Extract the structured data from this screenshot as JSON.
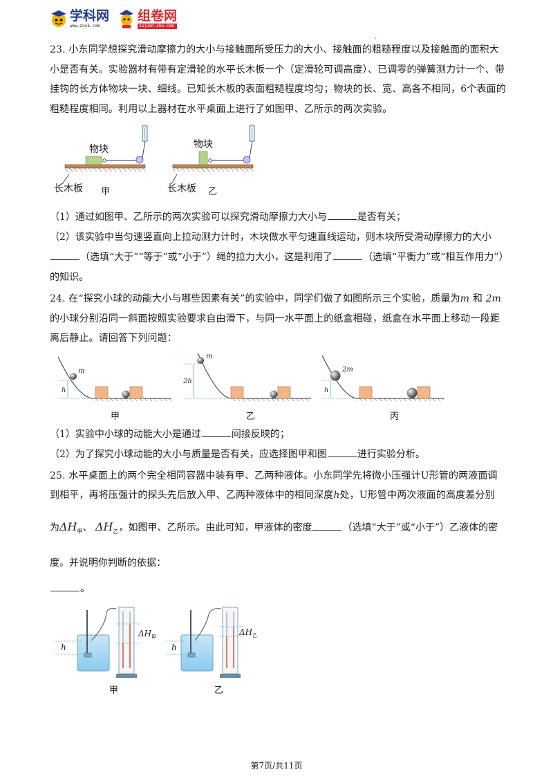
{
  "header": {
    "logo1_title": "学科网",
    "logo1_sub": "www.zxxk.com",
    "logo2_title": "组卷网",
    "logo2_sub": "zujuan.xkw.com",
    "dot": "."
  },
  "q23": {
    "text": "23. 小东同学想探究滑动摩擦力的大小与接触面所受压力的大小、接触面的粗糙程度以及接触面的面积大小是否有关。实验器材有带有定滑轮的水平长木板一个（定滑轮可调高度）、已调零的弹簧测力计一个、带挂钩的长方体物块一块、细线。已知长木板的表面粗糙程度均匀；物块的长、宽、高各不相同，6个表面的粗糙程度相同。利用以上器材在水平桌面上进行了如图甲、乙所示的两次实验。",
    "fig": {
      "block_label_1": "物块",
      "board_label_1": "长木板",
      "caption_1": "甲",
      "block_label_2": "物块",
      "board_label_2": "长木板",
      "caption_2": "乙"
    },
    "sub1_a": "（1）通过如图甲、乙所示的两次实验可以探究滑动摩擦力大小与",
    "sub1_b": "是否有关；",
    "sub2_a": "（2）该实验中当匀速竖直向上拉动测力计时，木块做水平匀速直线运动，则木块所受滑动摩擦力的大小",
    "sub2_b": "（选填“大于”“等于”或“小于”）绳的拉力大小，这是利用了",
    "sub2_c": "（选填“平衡力”或“相互作用力”）的知识。"
  },
  "q24": {
    "text_a": "24. 在“探究小球的动能大小与哪些因素有关”的实验中，同学们做了如图所示三个实验，质量为",
    "m": "m",
    "and": " 和 ",
    "two_m": "2m",
    "text_b": "的小球分别沿同一斜面按照实验要求自由滑下，与同一水平面上的纸盒相碰，纸盒在水平面上移动一段距离后静止。请回答下列问题：",
    "fig": {
      "mass_1": "m",
      "height_1": "h",
      "caption_1": "甲",
      "mass_2": "m",
      "height_2": "2h",
      "caption_2": "乙",
      "mass_3": "2m",
      "height_3": "h",
      "caption_3": "丙"
    },
    "sub1_a": "（1）实验中小球的动能大小是通过",
    "sub1_b": "间接反映的；",
    "sub2_a": "（2）为了探究小球动能的大小与质量是否有关，应选择图甲和图",
    "sub2_b": "进行实验分析。"
  },
  "q25": {
    "text_a": "25. 水平桌面上的两个完全相同容器中装有甲、乙两种液体。小东同学先将微小压强计U形管的两液面调到相平，再将压强计的探头先后放入甲、乙两种液体中的相同深度",
    "h": "h",
    "text_b": "处，U形管中两次液面的高度差分别",
    "wei": "为",
    "dh1": "ΔH",
    "dh1_sub": "甲",
    "sep": "、",
    "dh2": "ΔH",
    "dh2_sub": "乙",
    "text_c": "，如图甲、乙所示。由此可知，甲液体的密度",
    "text_d": "（选填“大于”或“小于”）乙液体的密度。并说明你判断的依据：",
    "text_e": "。",
    "fig": {
      "h_1": "h",
      "dh_1": "ΔH",
      "dh_1_sub": "甲",
      "caption_1": "甲",
      "h_2": "h",
      "dh_2": "ΔH",
      "dh_2_sub": "乙",
      "caption_2": "乙"
    }
  },
  "footer": "第7页/共11页"
}
